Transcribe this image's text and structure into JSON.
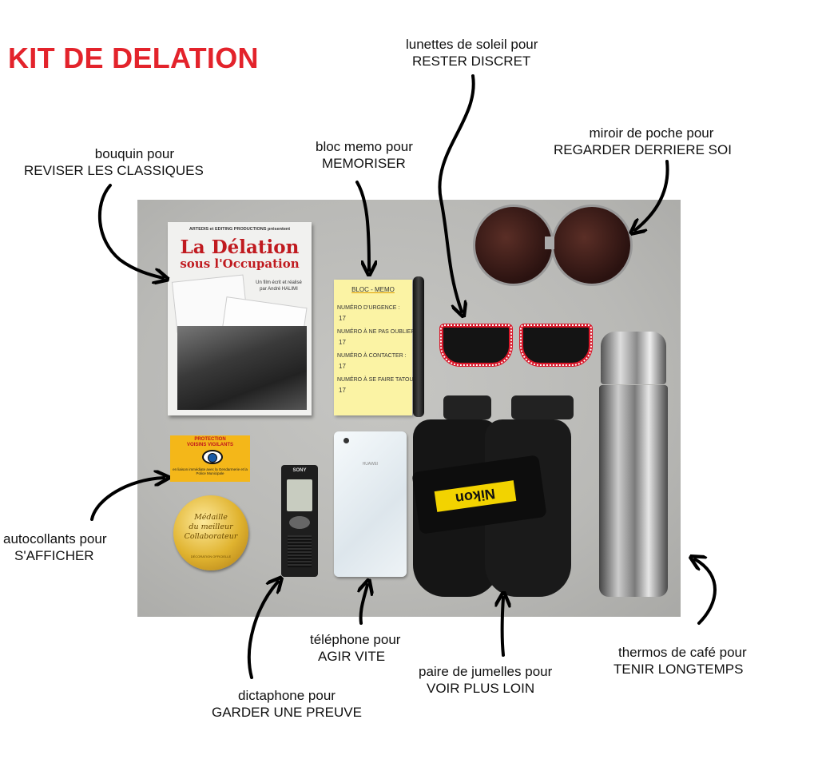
{
  "title": "KIT DE DELATION",
  "captions": {
    "bouquin": {
      "line1": "bouquin pour",
      "line2": "REVISER LES CLASSIQUES"
    },
    "memo": {
      "line1": "bloc memo pour",
      "line2": "MEMORISER"
    },
    "lunettes": {
      "line1": "lunettes de soleil pour",
      "line2": "RESTER DISCRET"
    },
    "miroir": {
      "line1": "miroir de poche pour",
      "line2": "REGARDER DERRIERE SOI"
    },
    "autocollants": {
      "line1": "autocollants pour",
      "line2": "S'AFFICHER"
    },
    "dictaphone": {
      "line1": "dictaphone pour",
      "line2": "GARDER UNE PREUVE"
    },
    "telephone": {
      "line1": "téléphone pour",
      "line2": "AGIR VITE"
    },
    "jumelles": {
      "line1": "paire de jumelles pour",
      "line2": "VOIR PLUS LOIN"
    },
    "thermos": {
      "line1": "thermos de café pour",
      "line2": "TENIR LONGTEMPS"
    }
  },
  "book": {
    "publisher": "ARTEDIS et EDITING PRODUCTIONS présentent",
    "title1": "La Délation",
    "title2": "sous l'Occupation",
    "author_line1": "Un film écrit et réalisé",
    "author_line2": "par André HALIMI"
  },
  "memo_pad": {
    "header": "BLOC - MEMO",
    "entries": [
      {
        "label": "NUMÉRO D'URGENCE :",
        "number": "17"
      },
      {
        "label": "NUMÉRO À NE PAS OUBLIER :",
        "number": "17"
      },
      {
        "label": "NUMÉRO À CONTACTER :",
        "number": "17"
      },
      {
        "label": "NUMÉRO À SE FAIRE TATOUER :",
        "number": "17"
      }
    ]
  },
  "sticker": {
    "line1": "PROTECTION",
    "line2": "VOISINS VIGILANTS",
    "footer": "en liaison immédiate avec la Gendarmerie et la Police Municipale"
  },
  "medal": {
    "line1": "Médaille",
    "line2": "du meilleur",
    "line3": "Collaborateur",
    "footer": "DÉCORATION OFFICIELLE"
  },
  "recorder_brand": "SONY",
  "phone_brand": "HUAWEI",
  "binocular_brand": "Nikon",
  "colors": {
    "title": "#e3232b",
    "board": "#bdbdba"
  }
}
